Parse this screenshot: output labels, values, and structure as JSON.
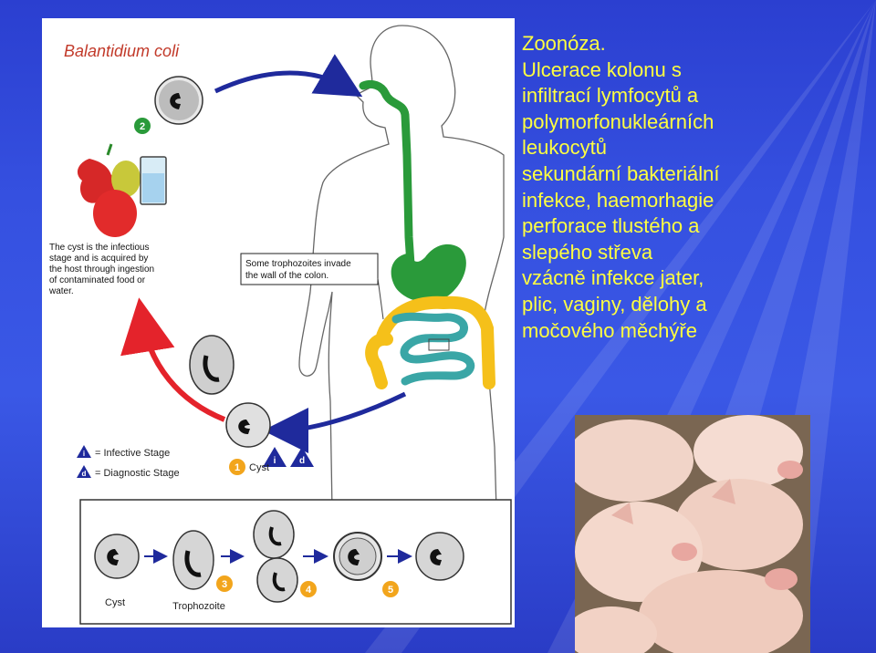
{
  "slide": {
    "bullets": [
      "Zoonóza.",
      "Ulcerace kolonu s",
      "infiltrací lymfocytů a",
      "polymorfonukleárních",
      "leukocytů",
      "sekundární bakteriální",
      "infekce, haemorhagie",
      "perforace tlustého a",
      "slepého střeva",
      "vzácně infekce jater,",
      "plic, vaginy, dělohy a",
      "močového měchýře"
    ]
  },
  "diagram": {
    "title": "Balantidium coli",
    "cyst_note": [
      "The cyst is the infectious",
      "stage and is acquired by",
      "the host through ingestion",
      "of contaminated food or",
      "water."
    ],
    "trophozoite_note": [
      "Some trophozoites invade",
      "the wall of the colon."
    ],
    "legend": {
      "infective_letter": "i",
      "infective_label": "= Infective Stage",
      "diagnostic_letter": "d",
      "diagnostic_label": "= Diagnostic Stage"
    },
    "steps": {
      "s1": "1",
      "s1_label": "Cyst",
      "s2": "2",
      "s3": "3",
      "s4": "4",
      "s5": "5"
    },
    "bottom_labels": {
      "cyst": "Cyst",
      "trophozoite": "Trophozoite"
    },
    "colors": {
      "arrow_blue": "#1f2a9c",
      "arrow_red": "#e4232b",
      "gi_green": "#2a9a3a",
      "colon_yellow": "#f5c01a",
      "intestine_teal": "#3aa6a6",
      "badge_orange": "#f2a51c"
    }
  }
}
